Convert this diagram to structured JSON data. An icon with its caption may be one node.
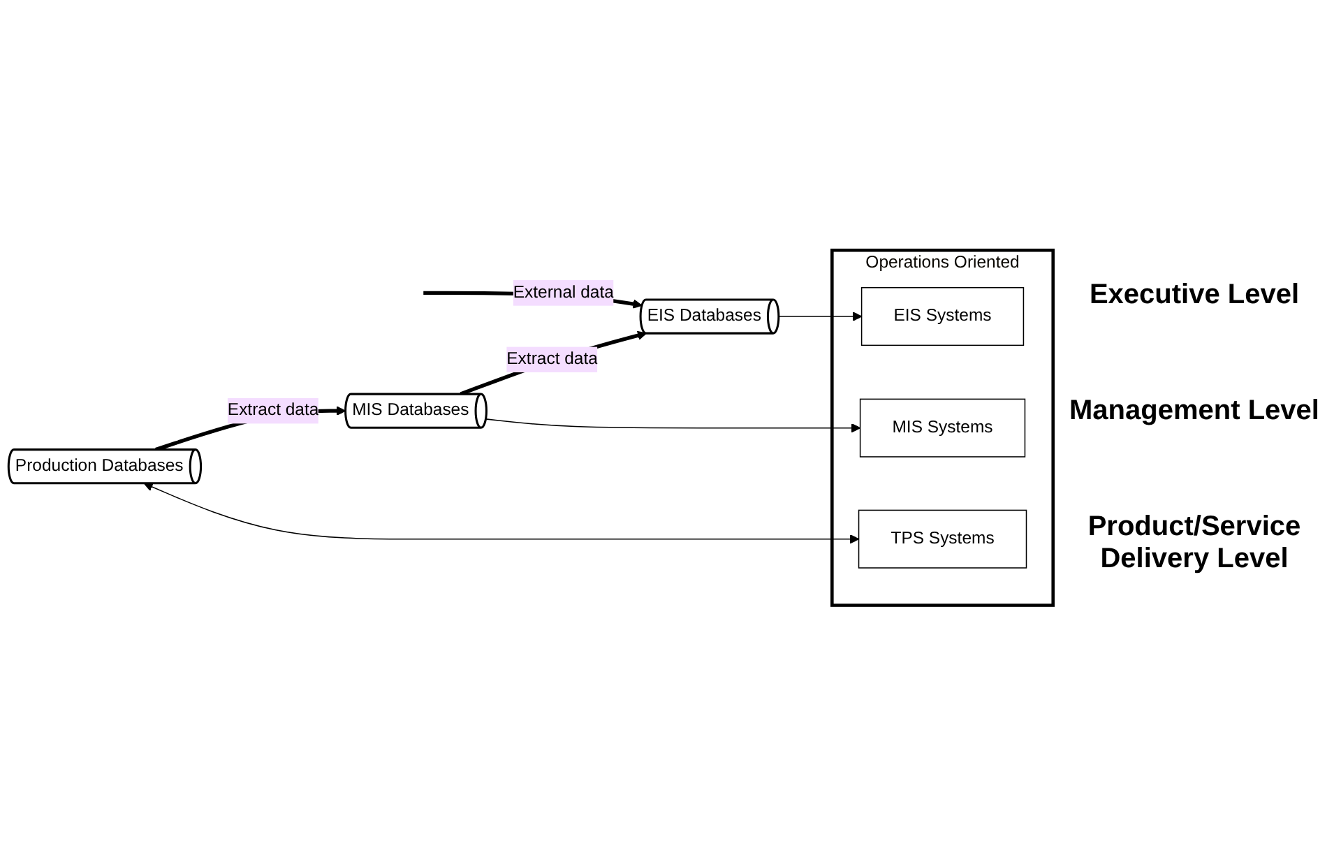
{
  "diagram": {
    "nodes": [
      {
        "text": [
          "EIS Databases"
        ]
      },
      {
        "text": [
          "MIS Databases"
        ]
      },
      {
        "text": [
          "Production Databases"
        ]
      },
      {
        "text": [
          "Operations Oriented"
        ]
      },
      {
        "text": [
          "EIS Systems"
        ],
        "in": 3
      },
      {
        "text": [
          "MIS Systems"
        ],
        "in": 3
      },
      {
        "text": [
          "TPS Systems"
        ],
        "in": 3
      }
    ],
    "edges": [
      {
        "from": null,
        "to": 0,
        "arrow": "to",
        "label": "External data",
        "style": "thick"
      },
      {
        "from": 1,
        "to": 0,
        "arrow": "to",
        "label": "Extract data",
        "style": "thick"
      },
      {
        "from": 2,
        "to": 1,
        "arrow": "to",
        "label": "Extract data",
        "style": "thick"
      },
      {
        "from": 0,
        "to": 4,
        "arrow": "to"
      },
      {
        "from": 1,
        "to": 5,
        "arrow": "to"
      },
      {
        "from": 2,
        "to": 6,
        "arrow": "both"
      }
    ],
    "labels": [
      "Executive Level",
      "Management Level",
      "Product/Service Delivery Level"
    ]
  }
}
